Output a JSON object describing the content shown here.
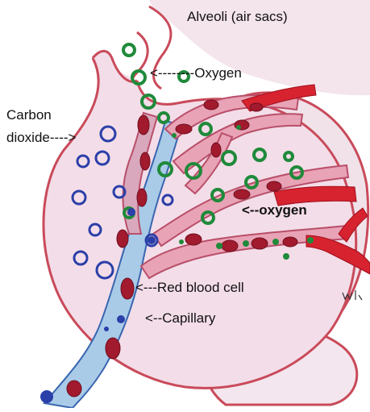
{
  "diagram": {
    "labels": {
      "alveoli": "Alveoli (air sacs)",
      "oxygen_top": "<--------Oxygen",
      "carbon_line1": "Carbon",
      "carbon_line2": "dioxide---->",
      "oxygen_right": "<--oxygen",
      "red_blood_cell": "<---Red blood cell",
      "capillary": "<--Capillary"
    },
    "signature": "wl",
    "colors": {
      "background": "#ffffff",
      "sac_fill": "#f3dde8",
      "sac_outline": "#c94a5a",
      "capillary_blue": "#a9cbe8",
      "capillary_pink": "#e9a3b6",
      "artery_red": "#d6232f",
      "red_cell": "#a11a2e",
      "oxygen_green": "#1f8a3a",
      "co2_blue": "#2a3fa8"
    }
  }
}
